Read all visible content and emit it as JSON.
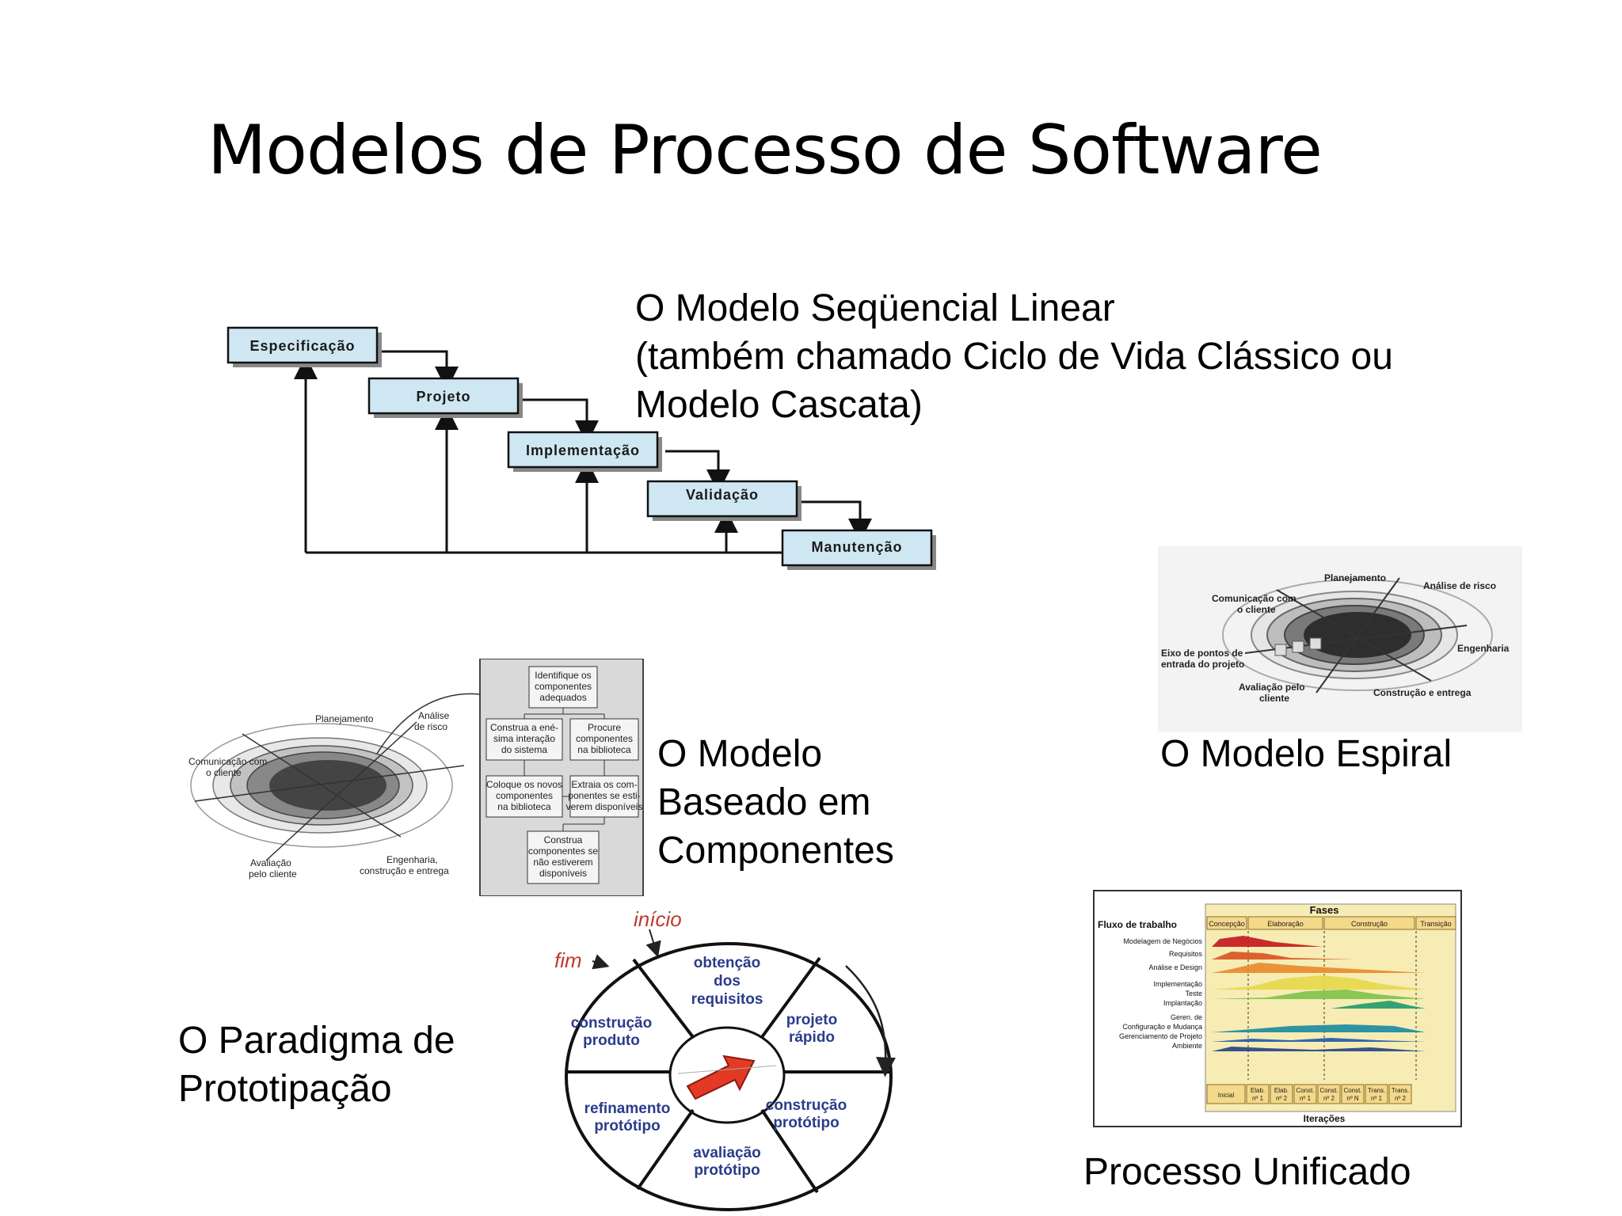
{
  "slide": {
    "title": "Modelos de Processo de Software"
  },
  "waterfall": {
    "caption_lines": [
      "O Modelo Seqüencial Linear",
      "(também chamado Ciclo de Vida Clássico ou",
      "Modelo Cascata)"
    ],
    "stages": [
      "Especificação",
      "Projeto",
      "Implementação",
      "Validação",
      "Manutenção"
    ]
  },
  "spiral": {
    "caption": "O Modelo Espiral",
    "labels": {
      "planejamento": "Planejamento",
      "analise": "Análise de risco",
      "comunicacao_1": "Comunicação com",
      "comunicacao_2": "o cliente",
      "eixo_1": "Eixo de pontos de",
      "eixo_2": "entrada do projeto",
      "engenharia": "Engenharia",
      "avaliacao_1": "Avaliação pelo",
      "avaliacao_2": "cliente",
      "construcao": "Construção e entrega"
    }
  },
  "components": {
    "caption_lines": [
      "O Modelo",
      "Baseado em",
      "Componentes"
    ],
    "spiral_labels": {
      "planejamento": "Planejamento",
      "analise_1": "Análise",
      "analise_2": "de risco",
      "comunicacao_1": "Comunicação com",
      "comunicacao_2": "o cliente",
      "avaliacao_1": "Avaliação",
      "avaliacao_2": "pelo cliente",
      "engenharia_1": "Engenharia,",
      "engenharia_2": "construção e entrega"
    },
    "flow_boxes": [
      [
        "Identifique os",
        "componentes",
        "adequados"
      ],
      [
        "Construa a ené-",
        "sima interação",
        "do sistema"
      ],
      [
        "Procure",
        "componentes",
        "na biblioteca"
      ],
      [
        "Coloque os novos",
        "componentes",
        "na biblioteca"
      ],
      [
        "Extraia os com-",
        "ponentes se esti-",
        "verem disponíveis"
      ],
      [
        "Construa",
        "componentes se",
        "não estiverem",
        "disponíveis"
      ]
    ]
  },
  "prototyping": {
    "caption_lines": [
      "O Paradigma de",
      "Prototipação"
    ],
    "inicio": "início",
    "fim": "fim",
    "segments": [
      [
        "obtenção",
        "dos",
        "requisitos"
      ],
      [
        "projeto",
        "rápido"
      ],
      [
        "construção",
        "protótipo"
      ],
      [
        "avaliação",
        "protótipo"
      ],
      [
        "refinamento",
        "protótipo"
      ],
      [
        "construção",
        "produto"
      ]
    ]
  },
  "unified": {
    "caption": "Processo Unificado",
    "fases_label": "Fases",
    "fluxo_label": "Fluxo de trabalho",
    "iteracoes_label": "Iterações",
    "phases": [
      "Concepção",
      "Elaboração",
      "Construção",
      "Transição"
    ],
    "workflows": [
      "Modelagem de Negócios",
      "Requisitos",
      "Análise e Design",
      "Implementação",
      "Teste",
      "Implantação",
      "Geren. de",
      "Configuração e Mudança",
      "Gerenciamento de Projeto",
      "Ambiente"
    ],
    "iterations": [
      [
        "Inicial"
      ],
      [
        "Elab.",
        "nº 1"
      ],
      [
        "Elab.",
        "nº 2"
      ],
      [
        "Const.",
        "nº 1"
      ],
      [
        "Const.",
        "nº 2"
      ],
      [
        "Const.",
        "nº N"
      ],
      [
        "Trans.",
        "nº 1"
      ],
      [
        "Trans.",
        "nº 2"
      ]
    ],
    "colors": {
      "business": "#c4161c",
      "requirements": "#d9531e",
      "analysis": "#e88a2a",
      "implementation": "#e8d84a",
      "test": "#7fc24a",
      "deployment": "#1f9a6a",
      "config": "#1a8aa0",
      "project": "#1e5aa8",
      "environment": "#23408a",
      "panel": "#f6ecb4"
    }
  }
}
